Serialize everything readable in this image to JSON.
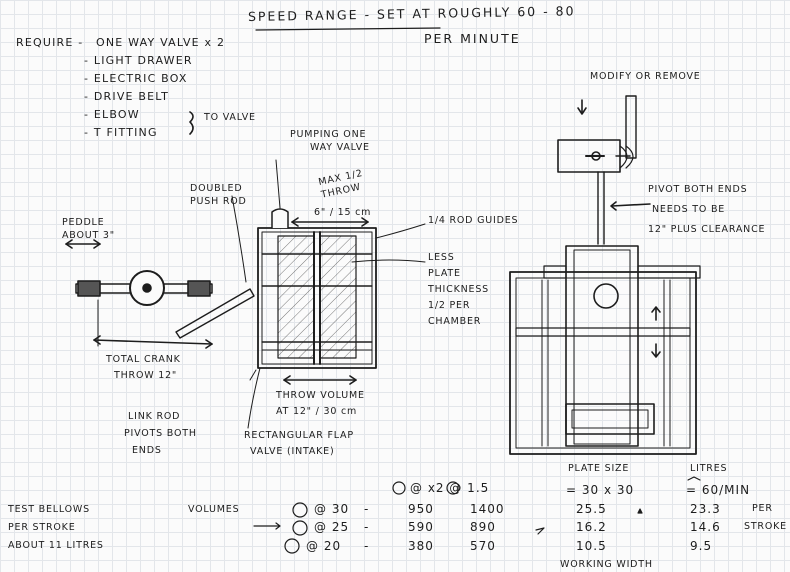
{
  "header": {
    "speed_line1": "SPEED RANGE -  SET AT ROUGHLY 60 - 80",
    "speed_line2": "PER MINUTE"
  },
  "requirements": {
    "title": "REQUIRE -",
    "items": [
      "ONE WAY VALVE x 2",
      "LIGHT DRAWER",
      "ELECTRIC BOX",
      "DRIVE BELT",
      "ELBOW",
      "T FITTING"
    ],
    "to_valve": "TO VALVE"
  },
  "left_diagram": {
    "pedal": [
      "PEDDLE",
      "ABOUT 3\""
    ],
    "doubled_push_rod": [
      "DOUBLED",
      "PUSH ROD"
    ],
    "pumping_valve": [
      "PUMPING ONE",
      "WAY VALVE"
    ],
    "max_throw": [
      "MAX 1/2",
      "THROW"
    ],
    "dimension": "6\" / 15 cm",
    "rod_guides": "1/4 ROD GUIDES",
    "less_plate": [
      "LESS",
      "PLATE",
      "THICKNESS",
      "1/2 PER",
      "CHAMBER"
    ],
    "total_crank": [
      "TOTAL CRANK",
      "THROW 12\""
    ],
    "link_rod": [
      "LINK ROD",
      "PIVOTS BOTH",
      "ENDS"
    ],
    "throw_volume": [
      "THROW VOLUME",
      "AT 12\" / 30 cm"
    ],
    "rect_flap": [
      "RECTANGULAR FLAP",
      "VALVE (INTAKE)"
    ]
  },
  "right_diagram": {
    "modify": "MODIFY OR REMOVE",
    "pivot": [
      "PIVOT BOTH ENDS",
      "NEEDS TO BE",
      "12\" PLUS CLEARANCE"
    ]
  },
  "table": {
    "notes": [
      "TEST BELLOWS",
      "PER STROKE",
      "ABOUT 11 LITRES"
    ],
    "volumes_label": "VOLUMES",
    "header_x": "@ x2  @ 1.5",
    "plate_size_label": "PLATE SIZE",
    "litres_label": "LITRES",
    "plate_size_dims": "= 30 x 30",
    "litres_rate": "= 60/MIN",
    "per": "PER",
    "stroke": "STROKE",
    "working_width": "WORKING WIDTH",
    "rows": [
      {
        "at": "@ 30",
        "dash": "-",
        "v1": "950",
        "v2": "1400",
        "plate": "25.5",
        "litres": "23.3"
      },
      {
        "at": "@ 25",
        "dash": "-",
        "v1": "590",
        "v2": "890",
        "plate": "16.2",
        "litres": "14.6"
      },
      {
        "at": "@ 20",
        "dash": "-",
        "v1": "380",
        "v2": "570",
        "plate": "10.5",
        "litres": "9.5"
      }
    ]
  }
}
